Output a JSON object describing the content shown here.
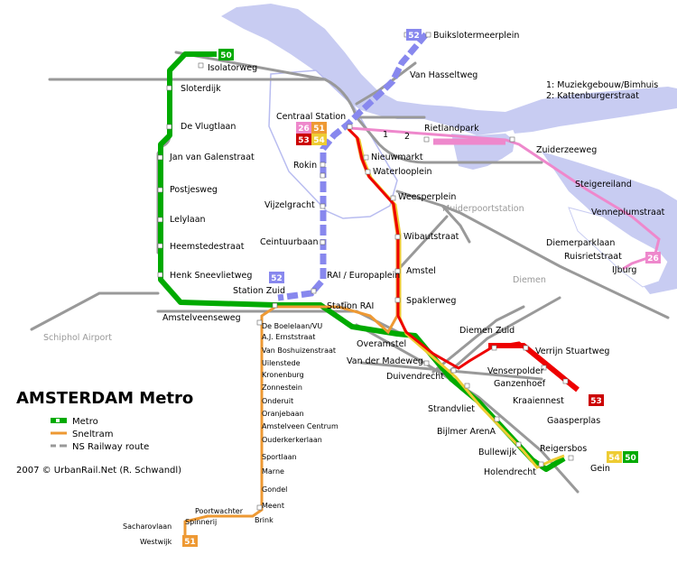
{
  "title": "AMSTERDAM Metro",
  "credit": "2007 © UrbanRail.Net (R. Schwandl)",
  "notes": [
    "1: Muziekgebouw/Bimhuis",
    "2: Kattenburgerstraat"
  ],
  "note_markers": [
    "1",
    "2"
  ],
  "legend": {
    "metro": "Metro",
    "sneltram": "Sneltram",
    "railway": "NS Railway route"
  },
  "colors": {
    "metro_green": "#00aa00",
    "sneltram_orange": "#ee9933",
    "railway_gray": "#999999",
    "line51": "#ee9933",
    "line52": "#8888ee",
    "line53": "#ee0000",
    "line54": "#eecc33",
    "line26": "#ee88cc",
    "water": "#c8ccf2"
  },
  "lines": {
    "l50": "50",
    "l51": "51",
    "l52": "52",
    "l53": "53",
    "l54": "54",
    "l26": "26"
  },
  "stations": {
    "buikslotermeerplein": "Buikslotermeerplein",
    "van_hasseltweg": "Van Hasseltweg",
    "isolatorweg": "Isolatorweg",
    "sloterdijk": "Sloterdijk",
    "de_vlugtlaan": "De Vlugtlaan",
    "jan_van_galenstraat": "Jan van Galenstraat",
    "postjesweg": "Postjesweg",
    "lelylaan": "Lelylaan",
    "heemstedestraat": "Heemstedestraat",
    "henk_sneevlietweg": "Henk Sneevlietweg",
    "station_zuid": "Station Zuid",
    "amstelveenseweg": "Amstelveenseweg",
    "schiphol_airport": "Schiphol Airport",
    "centraal_station": "Centraal Station",
    "rokin": "Rokin",
    "vijzelgracht": "Vijzelgracht",
    "ceintuurbaan": "Ceintuurbaan",
    "rai_europaplein": "RAI / Europaplein",
    "station_rai": "Station RAI",
    "nieuwmarkt": "Nieuwmarkt",
    "waterlooplein": "Waterlooplein",
    "weesperplein": "Weesperplein",
    "wibautstraat": "Wibautstraat",
    "amstel": "Amstel",
    "spaklerweg": "Spaklerweg",
    "overamstel": "Overamstel",
    "van_der_madeweg": "Van der Madeweg",
    "duivendrecht": "Duivendrecht",
    "strandvliet": "Strandvliet",
    "bijlmer_arena": "Bijlmer ArenA",
    "bullewijk": "Bullewijk",
    "holendrecht": "Holendrecht",
    "reigersbos": "Reigersbos",
    "gein": "Gein",
    "diemen_zuid": "Diemen Zuid",
    "verrijn_stuartweg": "Verrijn Stuartweg",
    "venserpolder": "Venserpolder",
    "ganzenhoef": "Ganzenhoef",
    "kraaiennest": "Kraaiennest",
    "gaasperplas": "Gaasperplas",
    "rietlandpark": "Rietlandpark",
    "zuiderzeeweg": "Zuiderzeeweg",
    "steigereiland": "Steigereiland",
    "venneplumstraat": "Venneplumstraat",
    "diemerparklaan": "Diemerparklaan",
    "ruisrietstraat": "Ruisrietstraat",
    "ijburg": "IJburg",
    "muiderpoortstation": "Muiderpoortstation",
    "diemen": "Diemen",
    "de_boelelaan": "De Boelelaan/VU",
    "aj_ernststraat": "A.J. Ernststraat",
    "van_boshuizenstraat": "Van Boshuizenstraat",
    "uilenstede": "Uilenstede",
    "kronenburg": "Kronenburg",
    "zonnestein": "Zonnestein",
    "onderuit": "Onderuit",
    "oranjebaan": "Oranjebaan",
    "amstelveen_centrum": "Amstelveen Centrum",
    "ouderkerkerlaan": "Ouderkerkerlaan",
    "sportlaan": "Sportlaan",
    "marne": "Marne",
    "gondel": "Gondel",
    "meent": "Meent",
    "brink": "Brink",
    "poortwachter": "Poortwachter",
    "spinnerij": "Spinnerij",
    "sacharovlaan": "Sacharovlaan",
    "westwijk": "Westwijk"
  }
}
